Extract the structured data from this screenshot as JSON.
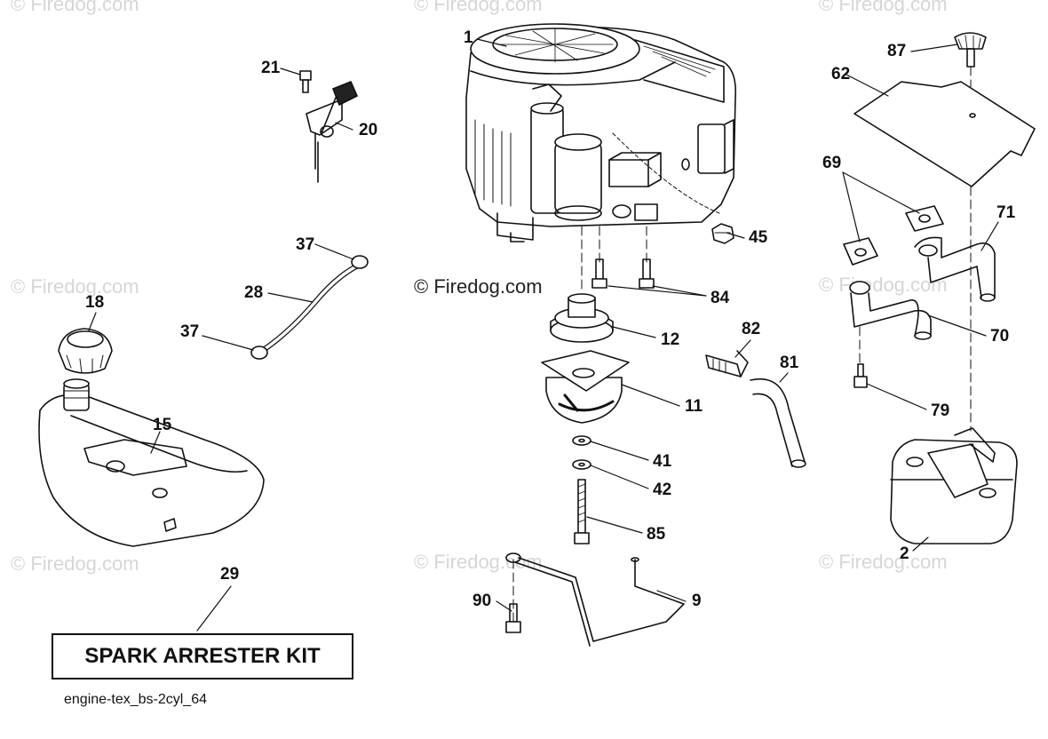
{
  "watermark": {
    "short": "© Firedog.com",
    "main": "© Firedog.com"
  },
  "callouts": {
    "c1": "1",
    "c2": "2",
    "c9": "9",
    "c11": "11",
    "c12": "12",
    "c15": "15",
    "c18": "18",
    "c20": "20",
    "c21": "21",
    "c28": "28",
    "c29": "29",
    "c37a": "37",
    "c37b": "37",
    "c41": "41",
    "c42": "42",
    "c45": "45",
    "c62": "62",
    "c69": "69",
    "c70": "70",
    "c71": "71",
    "c79": "79",
    "c81": "81",
    "c82": "82",
    "c84": "84",
    "c85": "85",
    "c87": "87",
    "c90": "90"
  },
  "kit": {
    "label": "SPARK ARRESTER KIT"
  },
  "diagram_id": "engine-tex_bs-2cyl_64"
}
